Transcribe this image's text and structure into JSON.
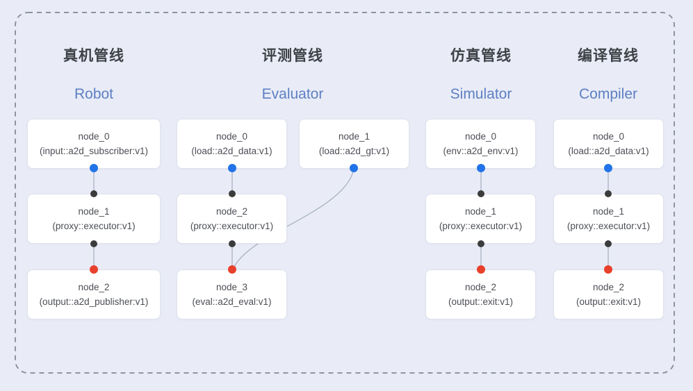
{
  "diagram": {
    "background": "#e9ecf7",
    "border_color": "#8e939e"
  },
  "colors": {
    "source_port": "#2273e8",
    "mid_port": "#3b3b3b",
    "sink_port": "#e8402c",
    "edge": "#a3acbd",
    "title_zh": "#3e4247",
    "title_en": "#5d7fc2"
  },
  "pipelines": [
    {
      "title_zh": "真机管线",
      "title_en": "Robot",
      "nodes": [
        {
          "name": "node_0",
          "type": "(input::a2d_subscriber:v1)"
        },
        {
          "name": "node_1",
          "type": "(proxy::executor:v1)"
        },
        {
          "name": "node_2",
          "type": "(output::a2d_publisher:v1)"
        }
      ]
    },
    {
      "title_zh": "评测管线",
      "title_en": "Evaluator",
      "nodes": [
        {
          "name": "node_0",
          "type": "(load::a2d_data:v1)"
        },
        {
          "name": "node_1",
          "type": "(load::a2d_gt:v1)"
        },
        {
          "name": "node_2",
          "type": "(proxy::executor:v1)"
        },
        {
          "name": "node_3",
          "type": "(eval::a2d_eval:v1)"
        }
      ]
    },
    {
      "title_zh": "仿真管线",
      "title_en": "Simulator",
      "nodes": [
        {
          "name": "node_0",
          "type": "(env::a2d_env:v1)"
        },
        {
          "name": "node_1",
          "type": "(proxy::executor:v1)"
        },
        {
          "name": "node_2",
          "type": "(output::exit:v1)"
        }
      ]
    },
    {
      "title_zh": "编译管线",
      "title_en": "Compiler",
      "nodes": [
        {
          "name": "node_0",
          "type": "(load::a2d_data:v1)"
        },
        {
          "name": "node_1",
          "type": "(proxy::executor:v1)"
        },
        {
          "name": "node_2",
          "type": "(output::exit:v1)"
        }
      ]
    }
  ]
}
